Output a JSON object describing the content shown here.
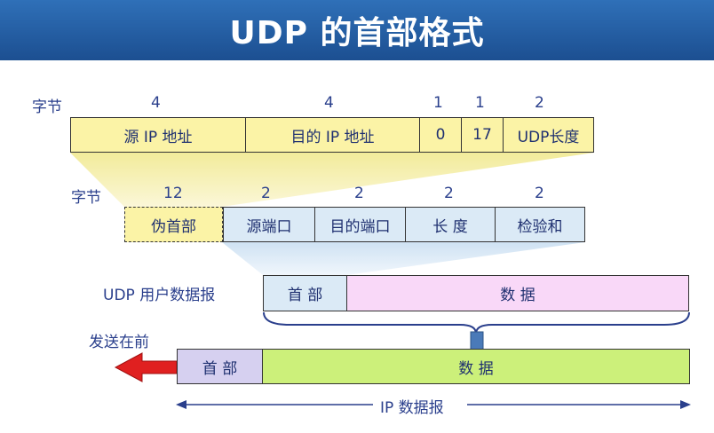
{
  "title": "UDP 的首部格式",
  "pseudo_row": {
    "bytes_label": "字节",
    "byte_counts": [
      "4",
      "4",
      "1",
      "1",
      "2"
    ],
    "fields": [
      "源 IP 地址",
      "目的 IP 地址",
      "0",
      "17",
      "UDP长度"
    ]
  },
  "header_row": {
    "bytes_label": "字节",
    "byte_counts": [
      "12",
      "2",
      "2",
      "2",
      "2"
    ],
    "fields": [
      "伪首部",
      "源端口",
      "目的端口",
      "长  度",
      "检验和"
    ]
  },
  "udp_datagram": {
    "label": "UDP 用户数据报",
    "header": "首  部",
    "data": "数        据"
  },
  "ip_datagram": {
    "send_first": "发送在前",
    "header": "首  部",
    "data": "数        据",
    "span_label": "IP 数据报"
  },
  "colors": {
    "title_bg": "#1c4f91",
    "pseudo_fill": "#fbf3a6",
    "header_fill": "#dbeaf6",
    "data_fill": "#f9d8f8",
    "ip_header_fill": "#d6d0f0",
    "ip_data_fill": "#ccf07a",
    "arrow_red": "#e02020",
    "arrow_blue": "#4a7ab8"
  }
}
